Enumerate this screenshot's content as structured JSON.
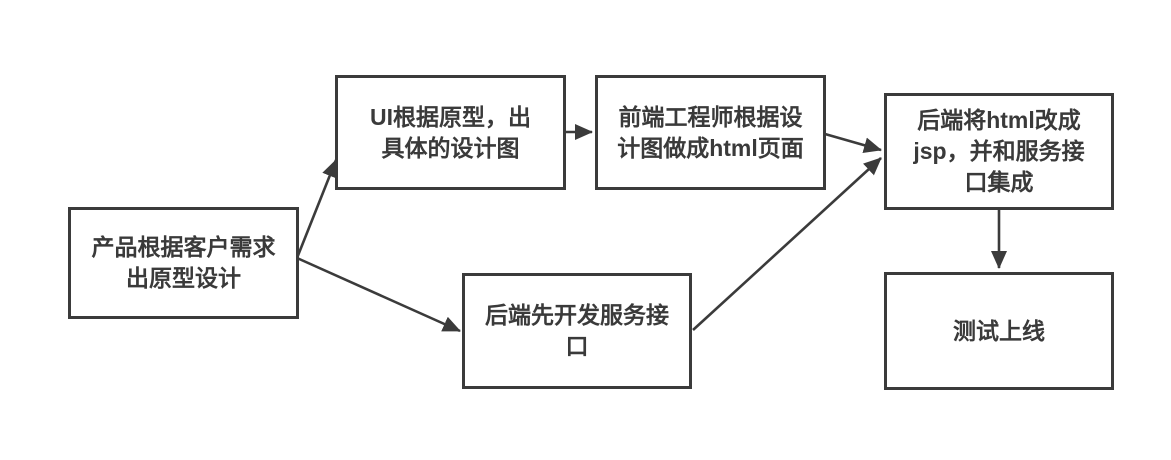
{
  "colors": {
    "background": "#ffffff",
    "stroke": "#3b3b3b",
    "text": "#3a3a3a"
  },
  "nodes": [
    {
      "id": "product-prototype",
      "lines": [
        "产品根据客户需求",
        "出原型设计"
      ]
    },
    {
      "id": "ui-design",
      "lines": [
        "UI根据原型，出",
        "具体的设计图"
      ]
    },
    {
      "id": "frontend-html",
      "lines": [
        "前端工程师根据设",
        "计图做成html页面"
      ]
    },
    {
      "id": "backend-jsp",
      "lines": [
        "后端将html改成",
        "jsp，并和服务接",
        "口集成"
      ]
    },
    {
      "id": "backend-api",
      "lines": [
        "后端先开发服务接",
        "口"
      ]
    },
    {
      "id": "test-launch",
      "lines": [
        "测试上线"
      ]
    }
  ],
  "edges": [
    {
      "from": "product-prototype",
      "to": "ui-design"
    },
    {
      "from": "product-prototype",
      "to": "backend-api"
    },
    {
      "from": "ui-design",
      "to": "frontend-html"
    },
    {
      "from": "frontend-html",
      "to": "backend-jsp"
    },
    {
      "from": "backend-api",
      "to": "backend-jsp"
    },
    {
      "from": "backend-jsp",
      "to": "test-launch"
    }
  ]
}
